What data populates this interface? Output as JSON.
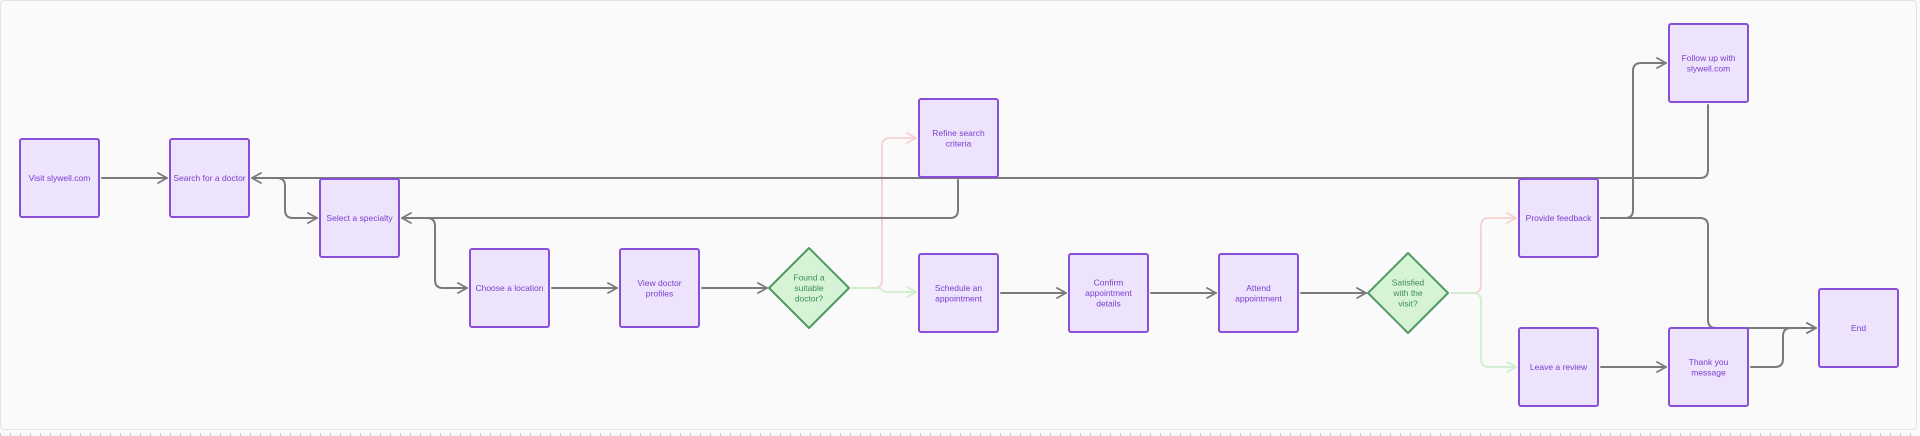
{
  "title": "",
  "colors": {
    "box_fill": "#ede3fc",
    "box_stroke": "#8a4fd8",
    "box_text": "#7a3fcf",
    "diamond_fill": "#d6f3d6",
    "diamond_stroke": "#4e9a64",
    "diamond_text": "#3f8f55",
    "edge": "#7a7a7a",
    "edge_no": "#f6d0d0",
    "edge_yes": "#cfeecf",
    "background": "#fafafa"
  },
  "nodes": {
    "visit": {
      "shape": "box",
      "lines": [
        "Visit slywell.com"
      ]
    },
    "search": {
      "shape": "box",
      "lines": [
        "Search for a doctor"
      ]
    },
    "specialty": {
      "shape": "box",
      "lines": [
        "Select a specialty"
      ]
    },
    "location": {
      "shape": "box",
      "lines": [
        "Choose a location"
      ]
    },
    "profiles": {
      "shape": "box",
      "lines": [
        "View doctor",
        "profiles"
      ]
    },
    "found": {
      "shape": "diamond",
      "lines": [
        "Found a",
        "suitable",
        "doctor?"
      ]
    },
    "refine": {
      "shape": "box",
      "lines": [
        "Refine search",
        "criteria"
      ]
    },
    "schedule": {
      "shape": "box",
      "lines": [
        "Schedule an",
        "appointment"
      ]
    },
    "confirm": {
      "shape": "box",
      "lines": [
        "Confirm",
        "appointment",
        "details"
      ]
    },
    "attend": {
      "shape": "box",
      "lines": [
        "Attend",
        "appointment"
      ]
    },
    "satisfied": {
      "shape": "diamond",
      "lines": [
        "Satisfied",
        "with the",
        "visit?"
      ]
    },
    "feedback": {
      "shape": "box",
      "lines": [
        "Provide feedback"
      ]
    },
    "review": {
      "shape": "box",
      "lines": [
        "Leave a review"
      ]
    },
    "followup": {
      "shape": "box",
      "lines": [
        "Follow up with",
        "slywell.com"
      ]
    },
    "thankyou": {
      "shape": "box",
      "lines": [
        "Thank you",
        "message"
      ]
    },
    "end": {
      "shape": "box",
      "lines": [
        "End"
      ]
    }
  },
  "edges": [
    {
      "from": "visit",
      "to": "search",
      "kind": "normal"
    },
    {
      "from": "search",
      "to": "specialty",
      "kind": "normal"
    },
    {
      "from": "specialty",
      "to": "location",
      "kind": "normal"
    },
    {
      "from": "location",
      "to": "profiles",
      "kind": "normal"
    },
    {
      "from": "profiles",
      "to": "found",
      "kind": "normal"
    },
    {
      "from": "found",
      "to": "refine",
      "kind": "no"
    },
    {
      "from": "found",
      "to": "schedule",
      "kind": "yes"
    },
    {
      "from": "refine",
      "to": "specialty",
      "kind": "normal"
    },
    {
      "from": "schedule",
      "to": "confirm",
      "kind": "normal"
    },
    {
      "from": "confirm",
      "to": "attend",
      "kind": "normal"
    },
    {
      "from": "attend",
      "to": "satisfied",
      "kind": "normal"
    },
    {
      "from": "satisfied",
      "to": "feedback",
      "kind": "no"
    },
    {
      "from": "satisfied",
      "to": "review",
      "kind": "yes"
    },
    {
      "from": "feedback",
      "to": "followup",
      "kind": "normal"
    },
    {
      "from": "feedback",
      "to": "end",
      "kind": "normal"
    },
    {
      "from": "followup",
      "to": "search",
      "kind": "normal"
    },
    {
      "from": "review",
      "to": "thankyou",
      "kind": "normal"
    },
    {
      "from": "thankyou",
      "to": "end",
      "kind": "normal"
    }
  ]
}
